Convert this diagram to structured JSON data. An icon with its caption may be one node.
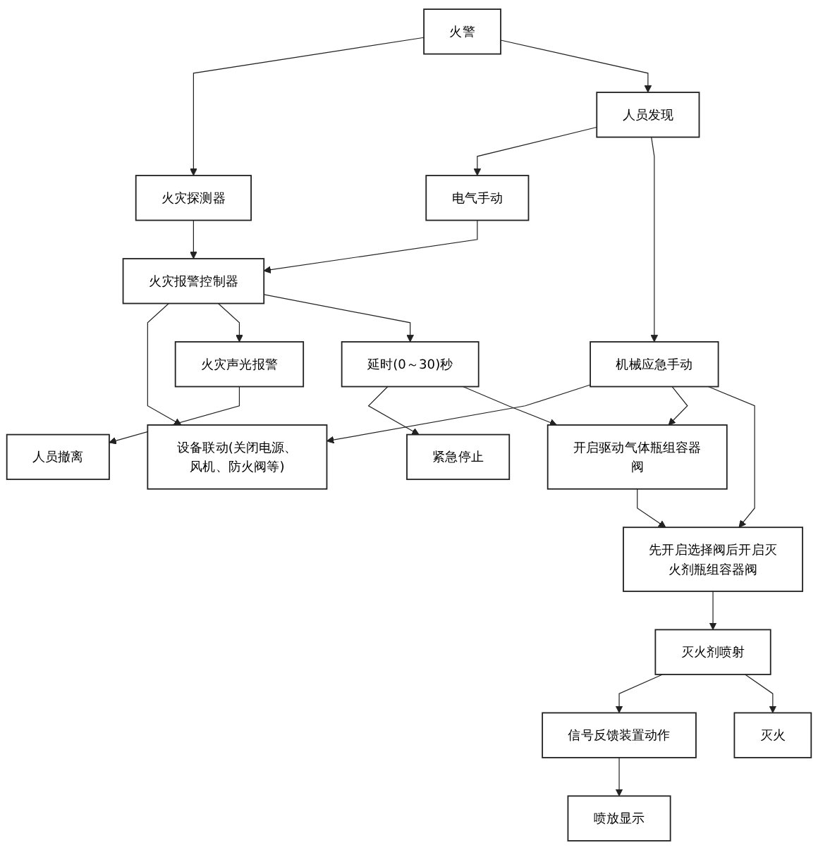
{
  "diagram": {
    "nodes": [
      {
        "text": [
          "火警"
        ]
      },
      {
        "text": [
          "火灾探测器"
        ]
      },
      {
        "text": [
          "电气手动"
        ]
      },
      {
        "text": [
          "人员发现"
        ]
      },
      {
        "text": [
          "机械应急手动"
        ]
      },
      {
        "text": [
          "火灾报警控制器"
        ]
      },
      {
        "text": [
          "设备联动(关闭电源、风机、防火阀等)"
        ]
      },
      {
        "text": [
          "火灾声光报警"
        ]
      },
      {
        "text": [
          "延时(0～30)秒"
        ]
      },
      {
        "text": [
          "人员撤离"
        ]
      },
      {
        "text": [
          "紧急停止"
        ]
      },
      {
        "text": [
          "开启驱动气体瓶组容器阀"
        ]
      },
      {
        "text": [
          "先开启选择阀后开启灭火剂瓶组容器阀"
        ]
      },
      {
        "text": [
          "灭火剂喷射"
        ]
      },
      {
        "text": [
          "信号反馈装置动作"
        ]
      },
      {
        "text": [
          "灭火"
        ]
      },
      {
        "text": [
          "喷放显示"
        ]
      }
    ],
    "edges": [
      {
        "from": 0,
        "to": 1,
        "arrow": "to"
      },
      {
        "from": 0,
        "to": 3,
        "arrow": "to"
      },
      {
        "from": 3,
        "to": 2,
        "arrow": "to"
      },
      {
        "from": 1,
        "to": 5,
        "arrow": "to"
      },
      {
        "from": 2,
        "to": 5,
        "arrow": "to"
      },
      {
        "from": 3,
        "to": 4,
        "arrow": "to"
      },
      {
        "from": 4,
        "to": 6,
        "arrow": "to"
      },
      {
        "from": 4,
        "to": 11,
        "arrow": "to"
      },
      {
        "from": 4,
        "to": 12,
        "arrow": "to"
      },
      {
        "from": 5,
        "to": 6,
        "arrow": "to"
      },
      {
        "from": 5,
        "to": 7,
        "arrow": "to"
      },
      {
        "from": 5,
        "to": 8,
        "arrow": "to"
      },
      {
        "from": 7,
        "to": 9,
        "arrow": "to"
      },
      {
        "from": 8,
        "to": 10,
        "arrow": "to"
      },
      {
        "from": 8,
        "to": 11,
        "arrow": "to"
      },
      {
        "from": 11,
        "to": 12,
        "arrow": "to"
      },
      {
        "from": 12,
        "to": 13,
        "arrow": "to"
      },
      {
        "from": 13,
        "to": 14,
        "arrow": "to"
      },
      {
        "from": 13,
        "to": 15,
        "arrow": "to"
      },
      {
        "from": 14,
        "to": 16,
        "arrow": "to"
      }
    ]
  }
}
